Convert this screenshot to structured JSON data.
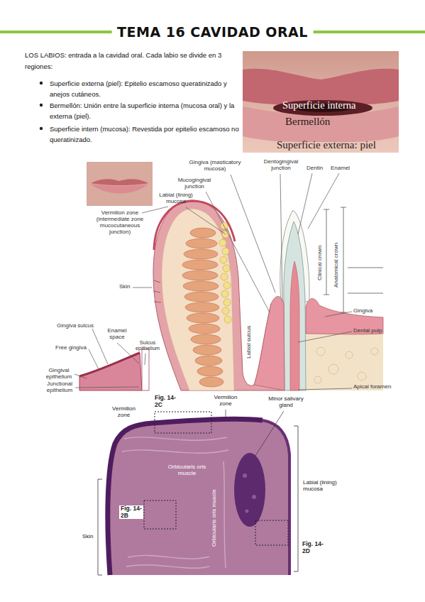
{
  "diagram": {
    "title": "TEMA 16 CAVIDAD ORAL",
    "labels": [
      "LOS LABIOS: entrada a la cavidad oral. Cada labio se divide en 3 regiones:",
      "Superficie externa (piel): Epitelio escamoso queratinizado y anejos cutáneos.",
      "Bermellón: Unión entre la superficie interna (mucosa oral) y la externa (piel).",
      "Superficie intern (mucosa): Revestida por epitelio escamoso no queratinizado.",
      "Superficie interna",
      "Bermellón",
      "Superficie externa: piel",
      "Gingiva (masticatory mucosa)",
      "Dentogingival junction",
      "Dentin",
      "Enamel",
      "Mucogingival junction",
      "Labial (lining) mucosa",
      "Vermilion zone (intermediate zone mucocutaneous junction)",
      "Clinical crown",
      "Anatomical crown",
      "Skin",
      "Gingiva sulcus",
      "Enamel space",
      "Sulcus epithelium",
      "Free gingiva",
      "Gingival epithelium",
      "Junctional epithelium",
      "Labial sulcus",
      "Gingiva",
      "Dental pulp",
      "Apical foramen",
      "Vermilion zone",
      "Fig. 14-2C",
      "Vermilion zone",
      "Minor salivary gland",
      "Orbicularis oris muscle",
      "Orbicularis oris muscle",
      "Skin",
      "Fig. 14-2B",
      "Labial (lining) mucosa",
      "Fig. 14-2D"
    ]
  }
}
